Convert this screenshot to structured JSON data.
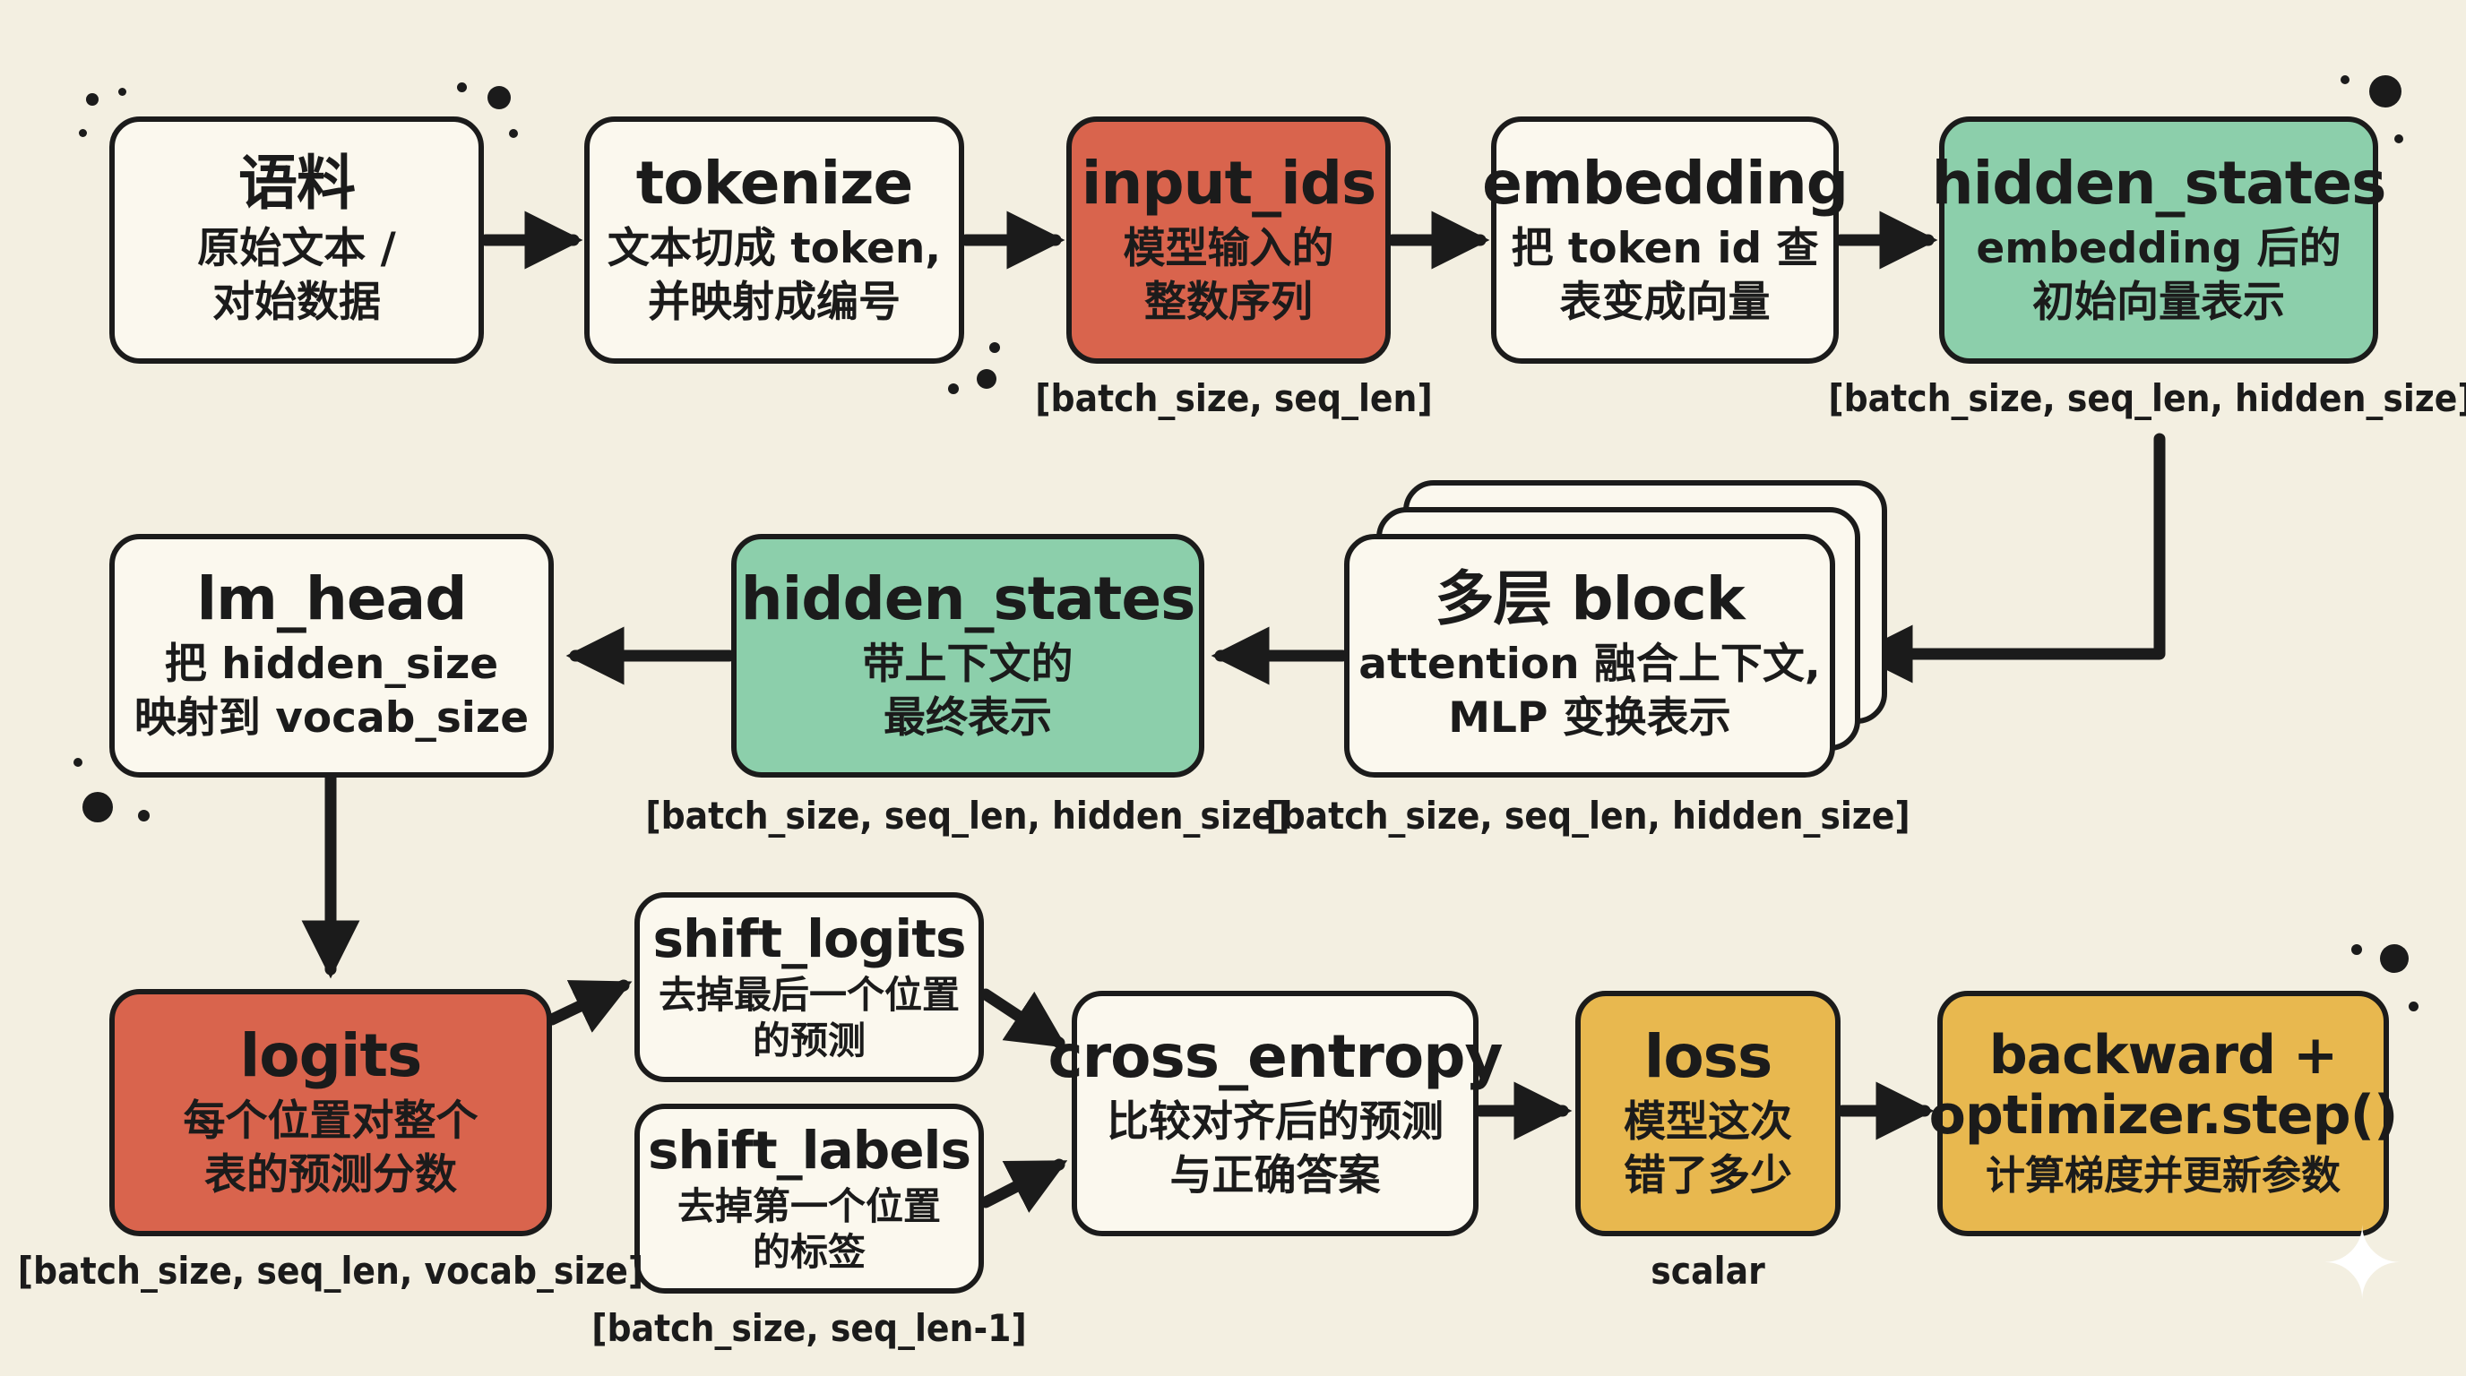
{
  "nodes": {
    "corpus": {
      "title": "语料",
      "lines": [
        "原始文本 /",
        "对始数据"
      ]
    },
    "tokenize": {
      "title": "tokenize",
      "lines": [
        "文本切成 token,",
        "并映射成编号"
      ]
    },
    "input_ids": {
      "title": "input_ids",
      "lines": [
        "模型输入的",
        "整数序列"
      ]
    },
    "embedding": {
      "title": "embedding",
      "lines": [
        "把 token id 查",
        "表变成向量"
      ]
    },
    "hidden_states_1": {
      "title": "hidden_states",
      "lines": [
        "embedding 后的",
        "初始向量表示"
      ]
    },
    "block": {
      "title": "多层 block",
      "lines": [
        "attention 融合上下文,",
        "MLP 变换表示"
      ]
    },
    "hidden_states_2": {
      "title": "hidden_states",
      "lines": [
        "带上下文的",
        "最终表示"
      ]
    },
    "lm_head": {
      "title": "lm_head",
      "lines": [
        "把 hidden_size",
        "映射到 vocab_size"
      ]
    },
    "logits": {
      "title": "logits",
      "lines": [
        "每个位置对整个",
        "表的预测分数"
      ]
    },
    "shift_logits": {
      "title": "shift_logits",
      "lines": [
        "去掉最后一个位置",
        "的预测"
      ]
    },
    "shift_labels": {
      "title": "shift_labels",
      "lines": [
        "去掉第一个位置",
        "的标签"
      ]
    },
    "cross_entropy": {
      "title": "cross_entropy",
      "lines": [
        "比较对齐后的预测",
        "与正确答案"
      ]
    },
    "loss": {
      "title": "loss",
      "lines": [
        "模型这次",
        "错了多少"
      ]
    },
    "backward": {
      "title": "backward +",
      "title2": "optimizer.step()",
      "lines": [
        "计算梯度并更新参数"
      ]
    }
  },
  "shapes": {
    "input_ids": "[batch_size, seq_len]",
    "hidden_states_1": "[batch_size, seq_len, hidden_size]",
    "hidden_states_2": "[batch_size, seq_len, hidden_size]",
    "block": "[batch_size, seq_len, hidden_size]",
    "logits": "[batch_size, seq_len, vocab_size]",
    "shift_labels": "[batch_size, seq_len-1]",
    "loss": "scalar"
  },
  "colors": {
    "background": "#f3efe1",
    "node_default": "#fbf8ee",
    "node_red": "#d9644d",
    "node_green": "#8ccfab",
    "node_yellow": "#e8b84f",
    "stroke": "#1b1b1b"
  }
}
